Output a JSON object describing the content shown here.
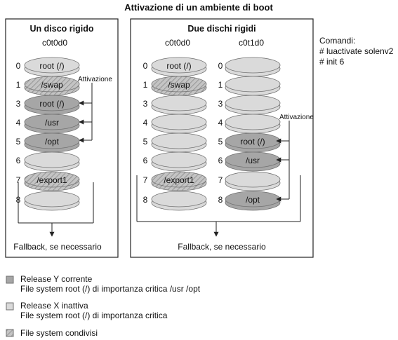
{
  "title": "Attivazione di un ambiente di boot",
  "colors": {
    "current": "#a6a6a6",
    "inactive": "#dadada",
    "shared": "#bdbdbd",
    "stroke": "#707070"
  },
  "commands": [
    "Comandi:",
    "# luactivate solenv2",
    "# init 6"
  ],
  "left_panel": {
    "title": "Un disco rigido",
    "disk": "c0t0d0",
    "activation_label": "Attivazione",
    "fallback": "Fallback, se necessario",
    "slices": [
      {
        "num": "0",
        "label": "root (/)",
        "fill": "inactive"
      },
      {
        "num": "1",
        "label": "/swap",
        "fill": "shared"
      },
      {
        "num": "3",
        "label": "root (/)",
        "fill": "current"
      },
      {
        "num": "4",
        "label": "/usr",
        "fill": "current"
      },
      {
        "num": "5",
        "label": "/opt",
        "fill": "current"
      },
      {
        "num": "6",
        "label": "",
        "fill": "inactive"
      },
      {
        "num": "7",
        "label": "/export1",
        "fill": "shared"
      },
      {
        "num": "8",
        "label": "",
        "fill": "inactive"
      }
    ]
  },
  "right_panel": {
    "title": "Due dischi rigidi",
    "disk_a": "c0t0d0",
    "disk_b": "c0t1d0",
    "activation_label": "Attivazione",
    "fallback": "Fallback, se necessario",
    "slices_a": [
      {
        "num": "0",
        "label": "root (/)",
        "fill": "inactive"
      },
      {
        "num": "1",
        "label": "/swap",
        "fill": "shared"
      },
      {
        "num": "3",
        "label": "",
        "fill": "inactive"
      },
      {
        "num": "4",
        "label": "",
        "fill": "inactive"
      },
      {
        "num": "5",
        "label": "",
        "fill": "inactive"
      },
      {
        "num": "6",
        "label": "",
        "fill": "inactive"
      },
      {
        "num": "7",
        "label": "/export1",
        "fill": "shared"
      },
      {
        "num": "8",
        "label": "",
        "fill": "inactive"
      }
    ],
    "slices_b": [
      {
        "num": "0",
        "label": "",
        "fill": "inactive"
      },
      {
        "num": "1",
        "label": "",
        "fill": "inactive"
      },
      {
        "num": "3",
        "label": "",
        "fill": "inactive"
      },
      {
        "num": "4",
        "label": "",
        "fill": "inactive"
      },
      {
        "num": "5",
        "label": "root (/)",
        "fill": "current"
      },
      {
        "num": "6",
        "label": "/usr",
        "fill": "current"
      },
      {
        "num": "7",
        "label": "",
        "fill": "inactive"
      },
      {
        "num": "8",
        "label": "/opt",
        "fill": "current"
      }
    ]
  },
  "legend": [
    {
      "fill": "current",
      "line1": "Release Y corrente",
      "line2": "File system root (/) di importanza critica /usr /opt"
    },
    {
      "fill": "inactive",
      "line1": "Release X inattiva",
      "line2": "File system root (/) di importanza critica"
    },
    {
      "fill": "shared",
      "line1": "File system condivisi",
      "line2": ""
    }
  ]
}
